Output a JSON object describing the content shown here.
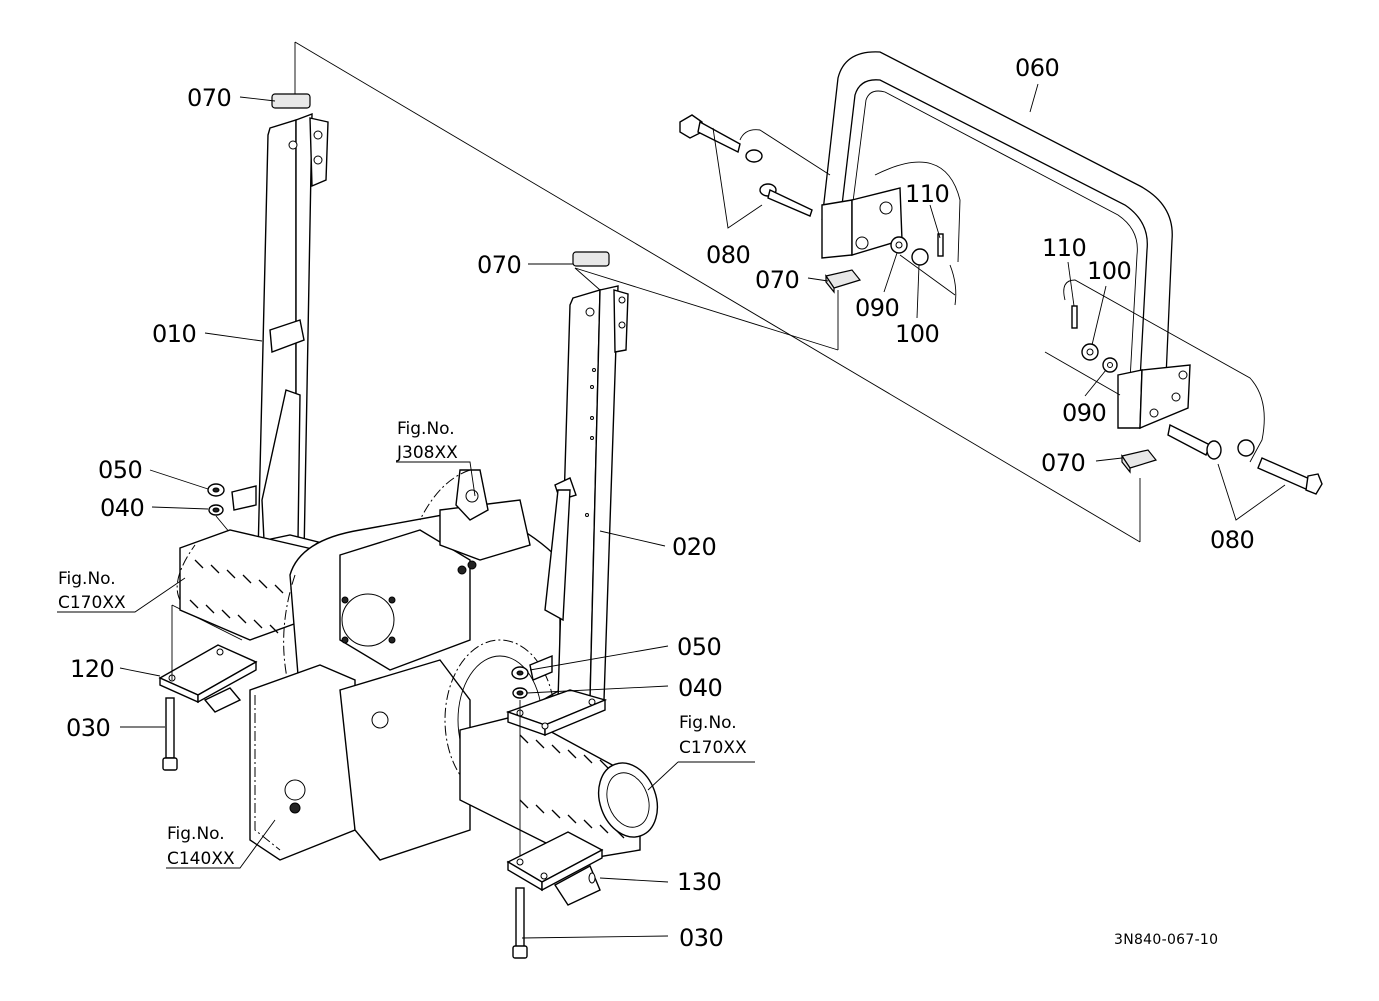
{
  "diagram": {
    "drawing_code": "3N840-067-10",
    "part_labels": {
      "p070_left_top": "070",
      "p010": "010",
      "p050_left": "050",
      "p040_left": "040",
      "p120": "120",
      "p030_left": "030",
      "p070_mid": "070",
      "p020": "020",
      "p050_right": "050",
      "p040_right": "040",
      "p130": "130",
      "p030_right": "030",
      "p060": "060",
      "p080_left": "080",
      "p070_bracket_left": "070",
      "p090_left": "090",
      "p100_left": "100",
      "p110_left": "110",
      "p110_right": "110",
      "p100_right": "100",
      "p090_right": "090",
      "p070_bracket_right": "070",
      "p080_right": "080"
    },
    "figure_refs": [
      {
        "line1": "Fig.No.",
        "line2": "J308XX"
      },
      {
        "line1": "Fig.No.",
        "line2": "C170XX"
      },
      {
        "line1": "Fig.No.",
        "line2": "C170XX"
      },
      {
        "line1": "Fig.No.",
        "line2": "C140XX"
      }
    ]
  }
}
